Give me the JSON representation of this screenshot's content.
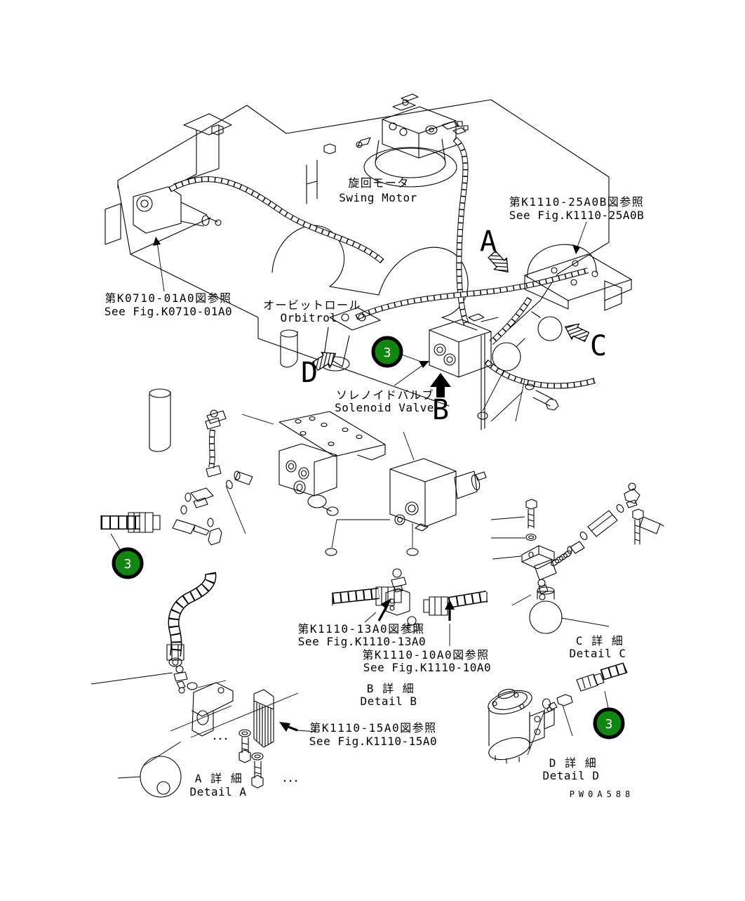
{
  "diagram": {
    "drawing_number": "PW0A588",
    "callout_number": "3",
    "colors": {
      "callout_green": "#118611",
      "line": "#000000",
      "background": "#ffffff"
    },
    "view_letters": [
      "A",
      "B",
      "C",
      "D"
    ],
    "labels": {
      "swing_motor_jp": "旋回モータ",
      "swing_motor_en": "Swing Motor",
      "ref_25a0b_jp": "第K1110-25A0B図参照",
      "ref_25a0b_en": "See Fig.K1110-25A0B",
      "ref_0710_jp": "第K0710-01A0図参照",
      "ref_0710_en": "See Fig.K0710-01A0",
      "orbitrol_jp": "オービットロール",
      "orbitrol_en": "Orbitrol",
      "solenoid_jp": "ソレノイドバルブ",
      "solenoid_en": "Solenoid Valve",
      "ref_13a0_jp": "第K1110-13A0図参照",
      "ref_13a0_en": "See Fig.K1110-13A0",
      "ref_10a0_jp": "第K1110-10A0図参照",
      "ref_10a0_en": "See Fig.K1110-10A0",
      "ref_15a0_jp": "第K1110-15A0図参照",
      "ref_15a0_en": "See Fig.K1110-15A0",
      "detail_a_jp": "A 詳 細",
      "detail_a_en": "Detail A",
      "detail_b_jp": "B 詳 細",
      "detail_b_en": "Detail B",
      "detail_c_jp": "C 詳 細",
      "detail_c_en": "Detail C",
      "detail_d_jp": "D 詳 細",
      "detail_d_en": "Detail D"
    }
  }
}
